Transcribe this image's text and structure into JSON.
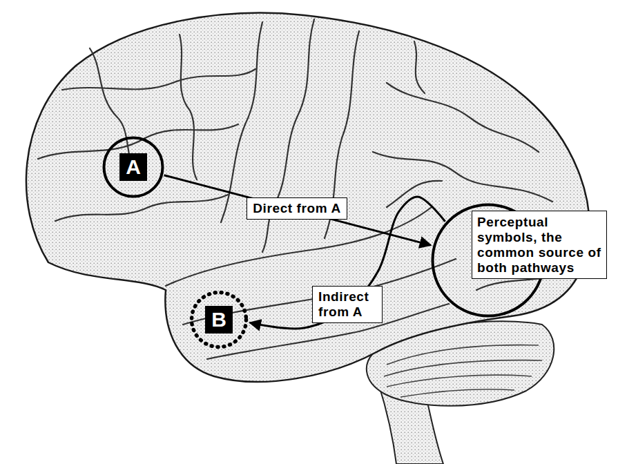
{
  "diagram": {
    "nodes": [
      {
        "text": [
          "A"
        ]
      },
      {
        "text": [
          "B"
        ]
      },
      {
        "text": [
          "Perceptual symbols, the common source of both pathways"
        ]
      }
    ],
    "edges": [
      {
        "from": 0,
        "to": 2,
        "arrow": "to",
        "label": "Direct from A"
      },
      {
        "from": 2,
        "to": 1,
        "arrow": "to",
        "label": "Indirect from A"
      }
    ]
  }
}
